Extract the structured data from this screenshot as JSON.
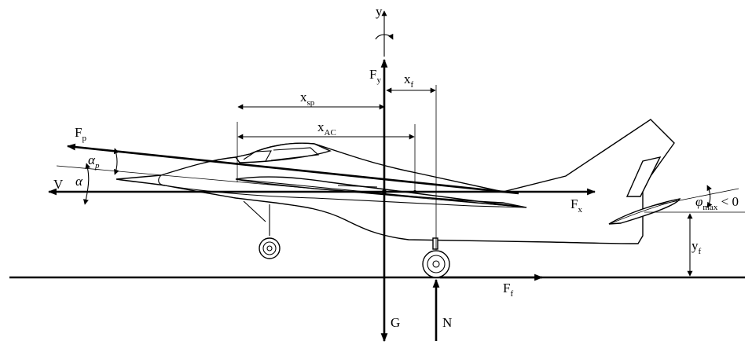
{
  "labels": {
    "y_axis": {
      "main": "y",
      "sub": ""
    },
    "Fy": {
      "main": "F",
      "sub": "y"
    },
    "xf": {
      "main": "x",
      "sub": "f"
    },
    "xsp": {
      "main": "x",
      "sub": "sp"
    },
    "xAC": {
      "main": "x",
      "sub": "AC"
    },
    "Fp": {
      "main": "F",
      "sub": "p"
    },
    "alpha_p": {
      "main": "α",
      "sub": "p"
    },
    "alpha": {
      "main": "α",
      "sub": ""
    },
    "V": {
      "main": "V",
      "sub": ""
    },
    "Fx": {
      "main": "F",
      "sub": "x"
    },
    "phi_max_main": "φ",
    "phi_max_sub": "max",
    "phi_max_rest": " < 0",
    "yf": {
      "main": "y",
      "sub": "f"
    },
    "Ff": {
      "main": "F",
      "sub": "f"
    },
    "G": {
      "main": "G",
      "sub": ""
    },
    "N": {
      "main": "N",
      "sub": ""
    }
  }
}
